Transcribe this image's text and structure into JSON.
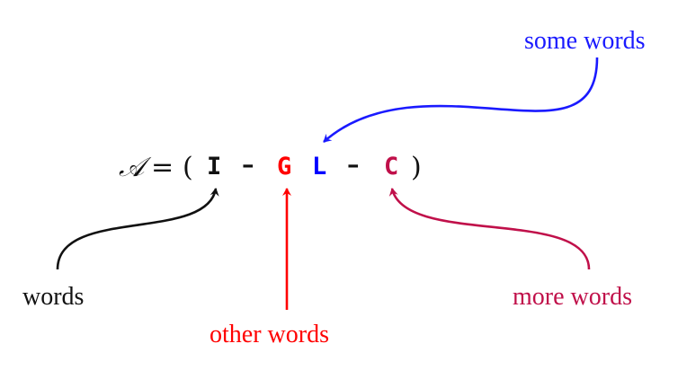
{
  "equation": {
    "lhs": "𝒜",
    "equals": "=",
    "open_paren": "(",
    "close_paren": ")",
    "tokens": [
      {
        "text": "I",
        "color": "#111111"
      },
      {
        "text": "–",
        "color": "#111111"
      },
      {
        "text": "G",
        "color": "#ff0000"
      },
      {
        "text": "L",
        "color": "#0000ff"
      },
      {
        "text": "–",
        "color": "#111111"
      },
      {
        "text": "C",
        "color": "#c0104a"
      }
    ]
  },
  "annotations": {
    "some_words": {
      "text": "some words",
      "color": "#1a1aff"
    },
    "words": {
      "text": "words",
      "color": "#111111"
    },
    "other_words": {
      "text": "other words",
      "color": "#ff0000"
    },
    "more_words": {
      "text": "more words",
      "color": "#c0104a"
    }
  }
}
